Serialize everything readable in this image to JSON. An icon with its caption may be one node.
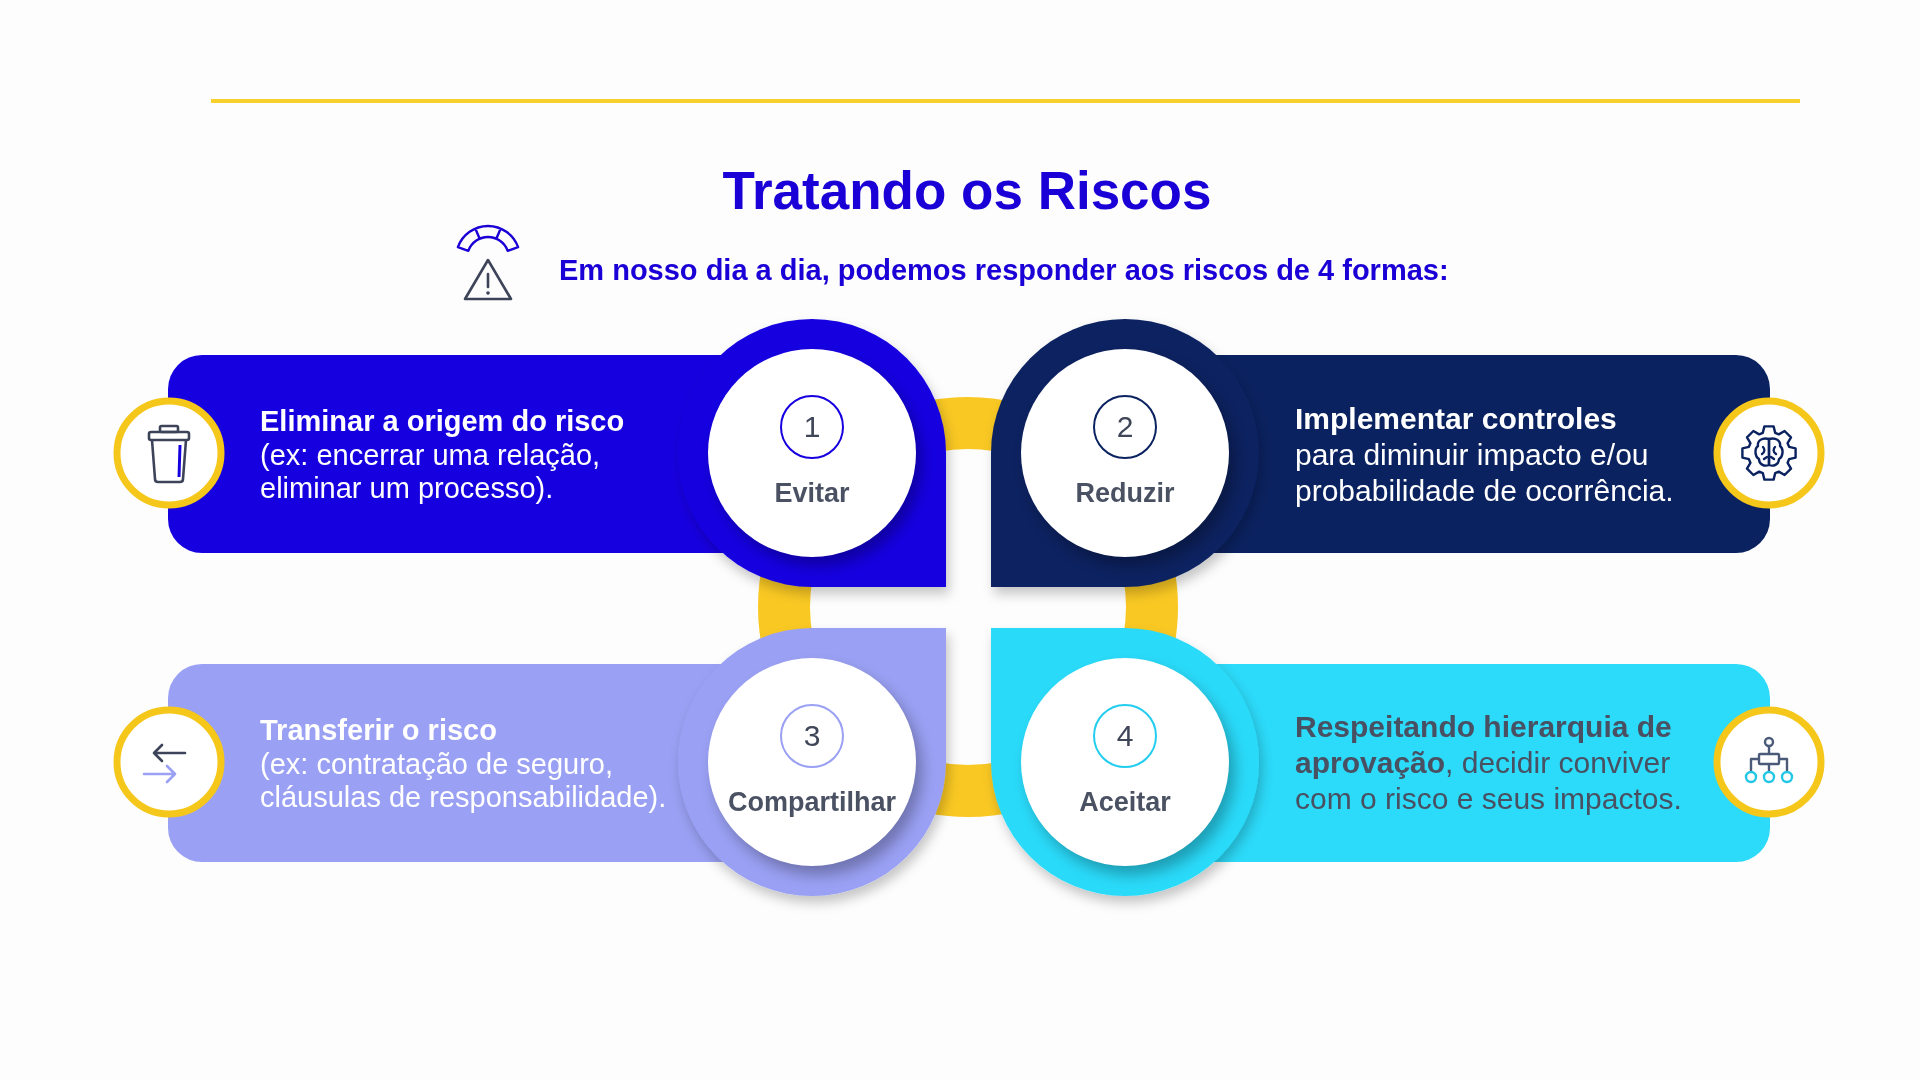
{
  "diagram": {
    "title": "Tratando os Riscos",
    "nodes": [
      {
        "text": [
          "Eliminar a origem do risco",
          "(ex: encerrar uma relação, eliminar um processo)."
        ]
      },
      {
        "text": [
          "Evitar"
        ]
      },
      {
        "text": [
          "1"
        ],
        "in": 1
      },
      {
        "text": [
          "Implementar controles",
          "para diminuir impacto e/ou probabilidade de ocorrência."
        ]
      },
      {
        "text": [
          "Reduzir"
        ]
      },
      {
        "text": [
          "2"
        ],
        "in": 4
      },
      {
        "text": [
          "Transferir o risco",
          "(ex: contratação de seguro, cláusulas de responsabilidade)."
        ]
      },
      {
        "text": [
          "Compartilhar"
        ]
      },
      {
        "text": [
          "3"
        ],
        "in": 7
      },
      {
        "text": [
          "**Respeitando hierarquia de aprovação**, decidir conviver com o risco e seus impactos."
        ]
      },
      {
        "text": [
          "Aceitar"
        ]
      },
      {
        "text": [
          "4"
        ],
        "in": 10
      }
    ],
    "labels": [
      "Em nosso dia a dia, podemos responder aos riscos de 4 formas:"
    ]
  }
}
